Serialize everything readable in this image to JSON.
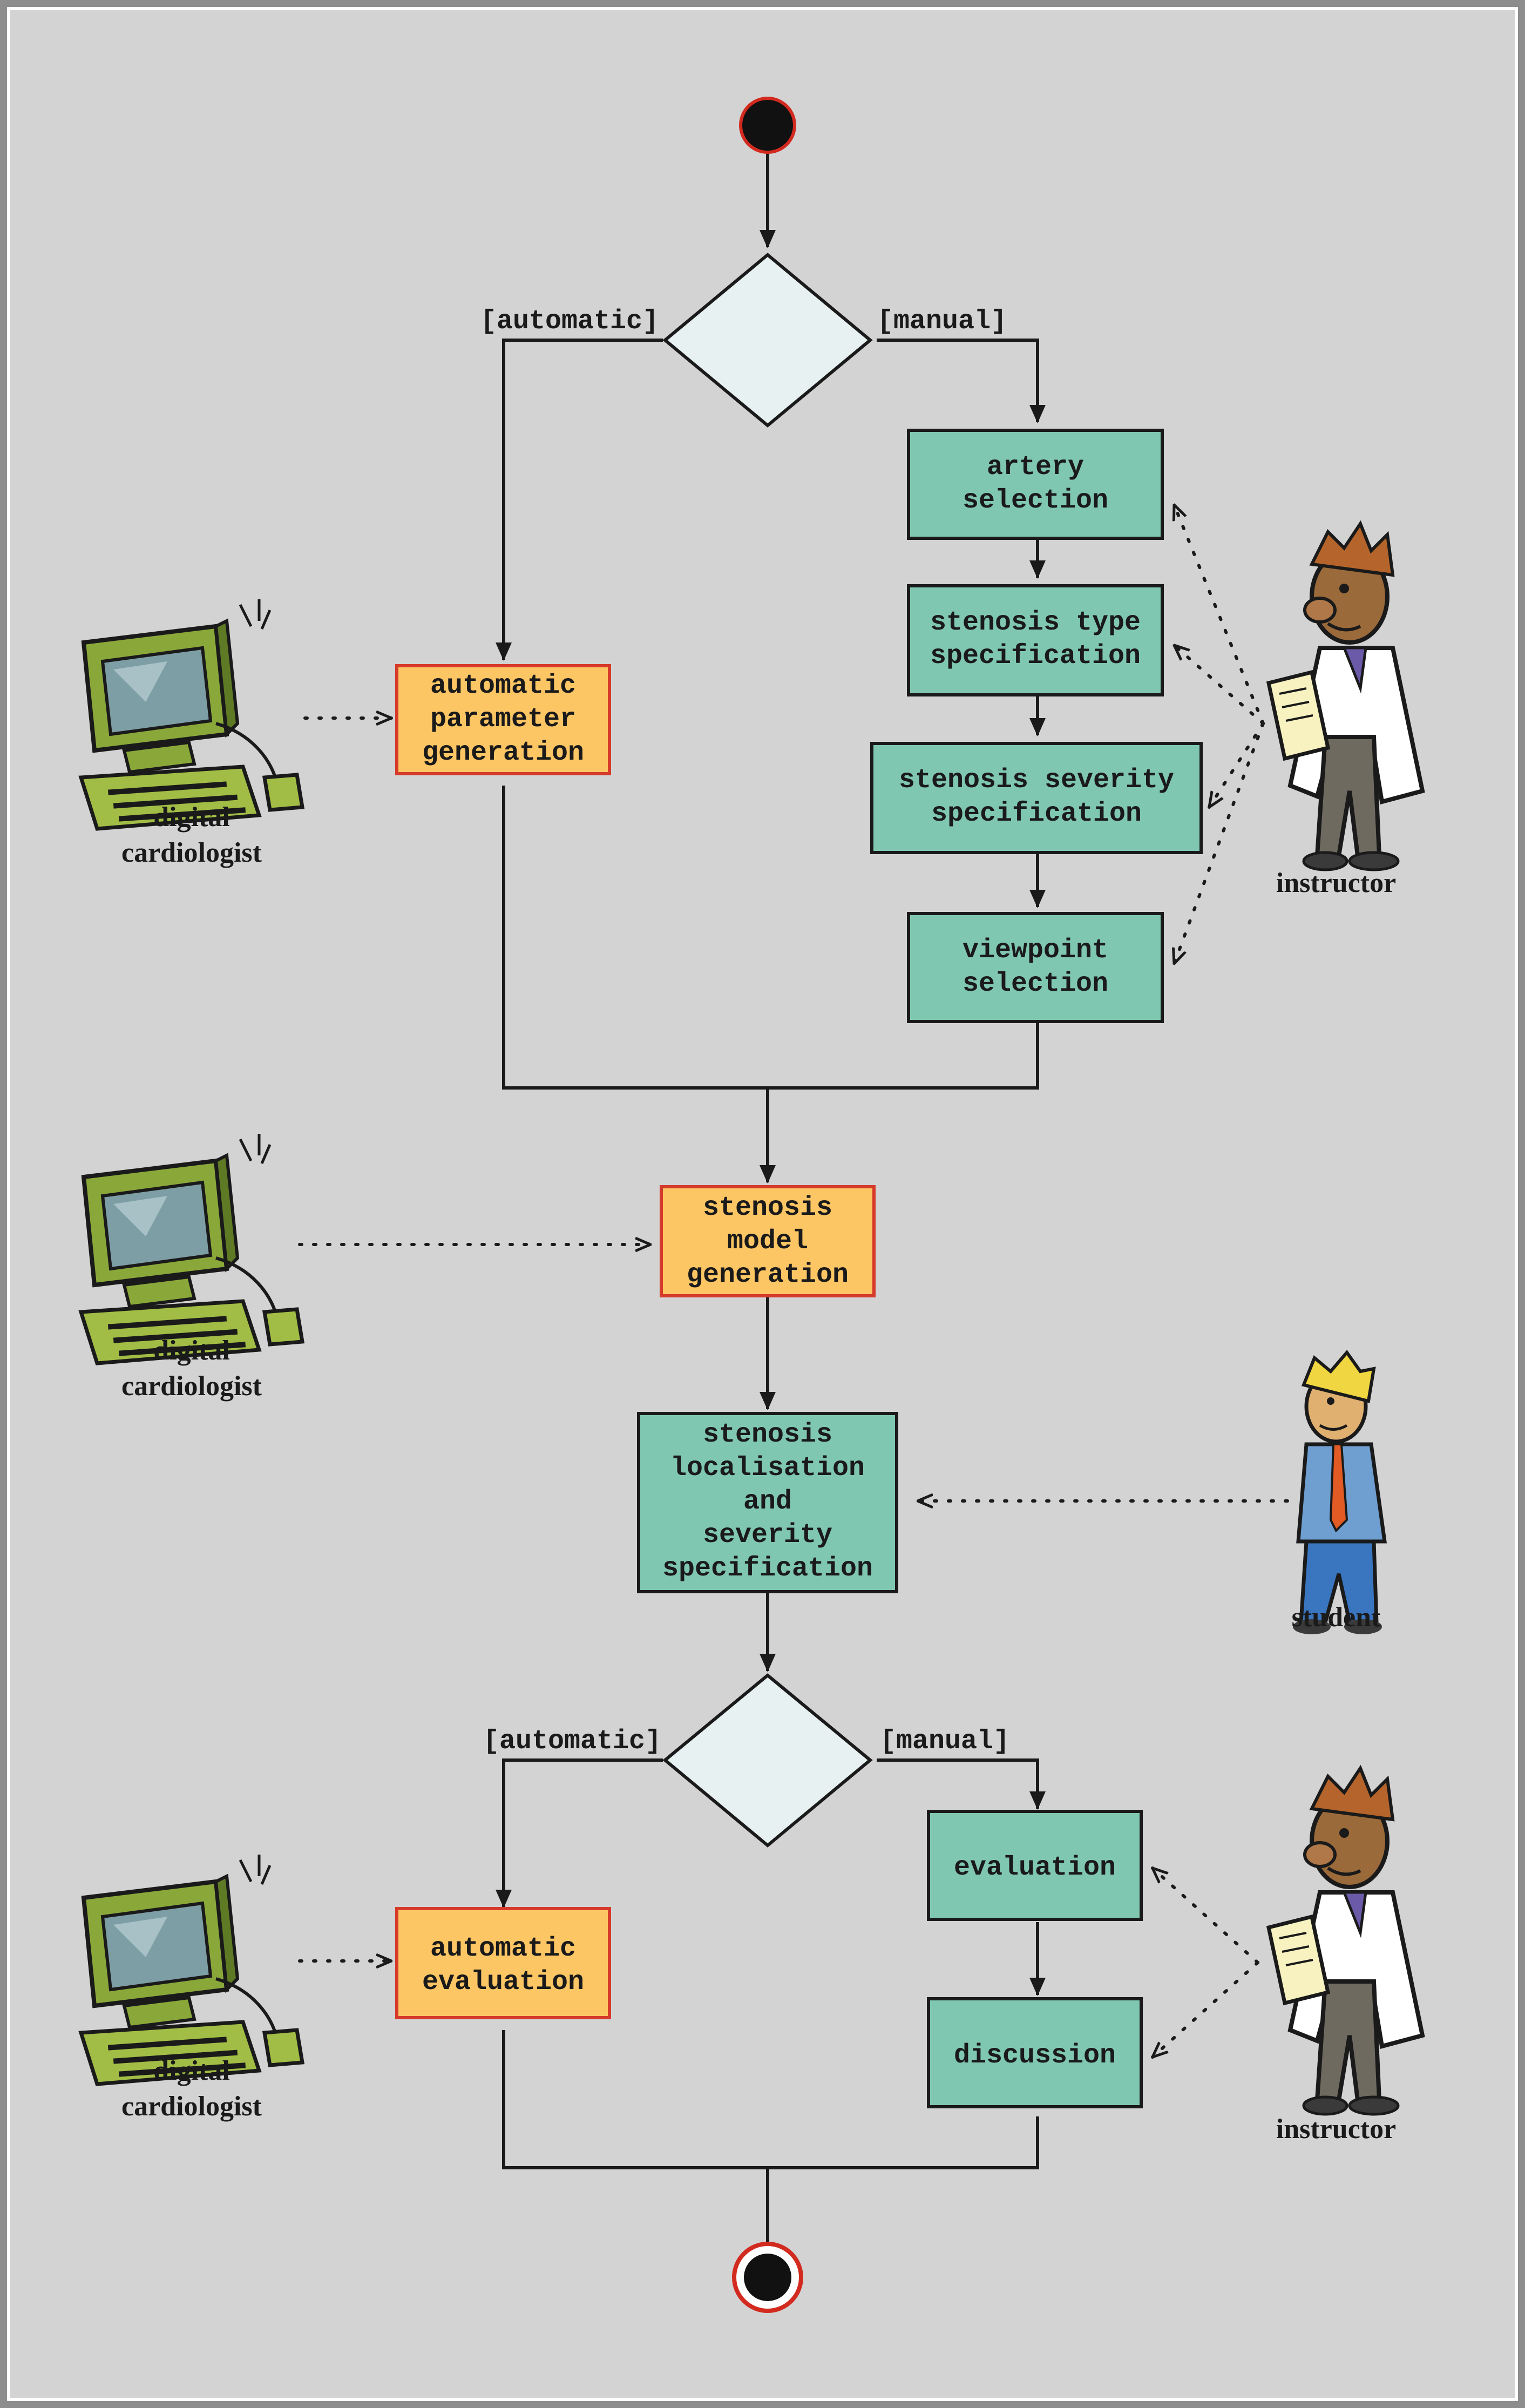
{
  "decisions": [
    {
      "left_label": "[automatic]",
      "right_label": "[manual]"
    },
    {
      "left_label": "[automatic]",
      "right_label": "[manual]"
    }
  ],
  "activities": {
    "artery_selection": [
      "artery",
      "selection"
    ],
    "stenosis_type_specification": [
      "stenosis type",
      "specification"
    ],
    "stenosis_severity_specification": [
      "stenosis severity",
      "specification"
    ],
    "viewpoint_selection": [
      "viewpoint",
      "selection"
    ],
    "automatic_parameter_generation": [
      "automatic",
      "parameter",
      "generation"
    ],
    "stenosis_model_generation": [
      "stenosis",
      "model",
      "generation"
    ],
    "stenosis_localisation": [
      "stenosis",
      "localisation",
      "and",
      "severity",
      "specification"
    ],
    "automatic_evaluation": [
      "automatic",
      "evaluation"
    ],
    "evaluation": [
      "evaluation"
    ],
    "discussion": [
      "discussion"
    ]
  },
  "actors": {
    "digital_cardiologist": [
      "digital",
      "cardiologist"
    ],
    "instructor": [
      "instructor"
    ],
    "student": [
      "student"
    ]
  },
  "colors": {
    "manual_activity": "#80c7b2",
    "automatic_activity": "#fdc665",
    "automatic_border": "#d63a2a",
    "decision_fill": "#e8f1f1",
    "panel": "#d3d3d3"
  }
}
